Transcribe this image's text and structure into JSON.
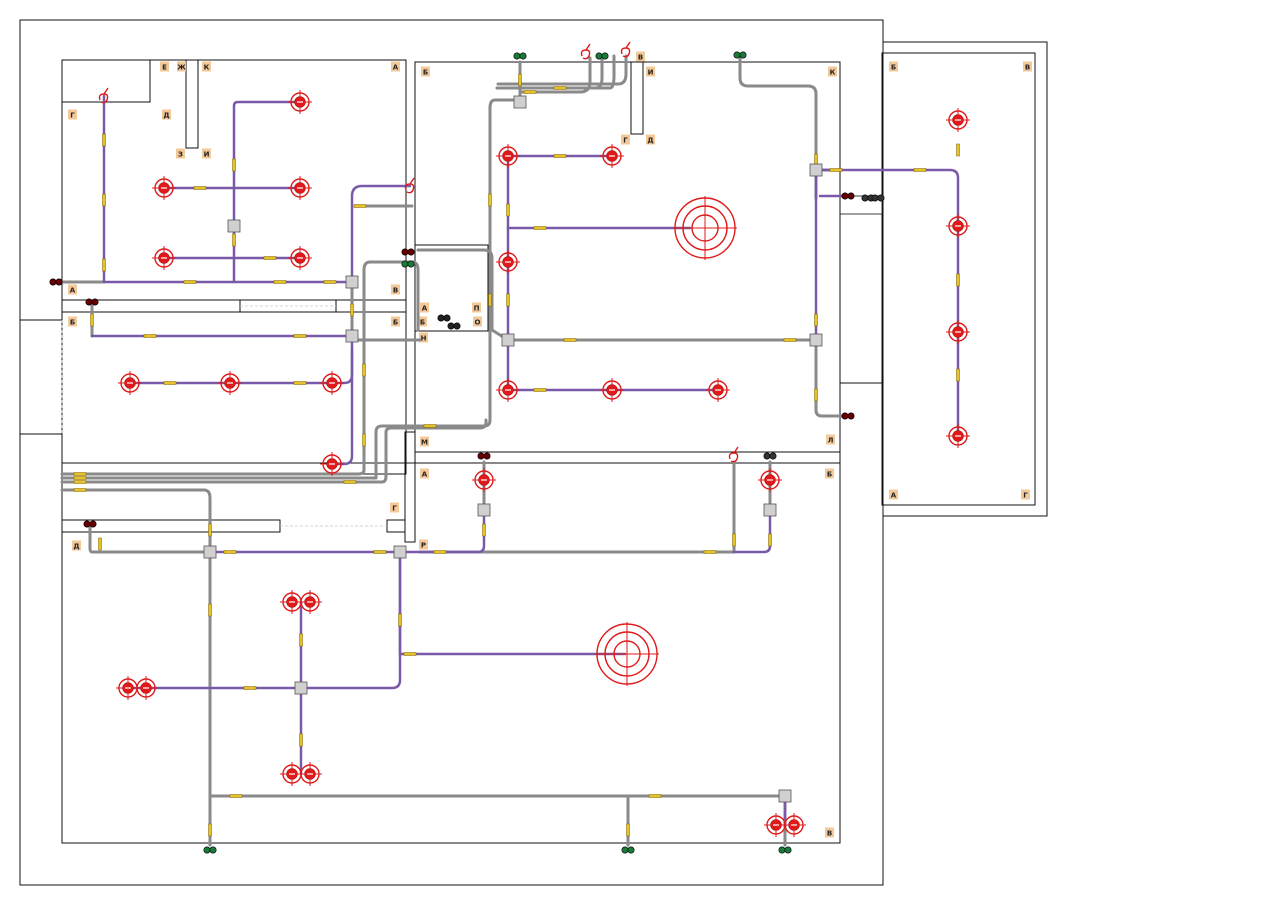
{
  "drawing": {
    "main_rooms": [
      {
        "id": "r1",
        "labels": [
          "Г",
          "Д",
          "Е",
          "Ж",
          "К",
          "З",
          "И",
          "А",
          "В"
        ]
      },
      {
        "id": "r2",
        "labels": [
          "Б",
          "А",
          "Б",
          "В",
          "Б",
          "Н",
          "Л",
          "М"
        ]
      },
      {
        "id": "r3",
        "labels": [
          "Б",
          "В",
          "И",
          "Г",
          "Д",
          "К",
          "А",
          "П",
          "О",
          "Н",
          "Л",
          "М"
        ]
      },
      {
        "id": "r4",
        "labels": [
          "А",
          "Б",
          "В",
          "Г",
          "Д",
          "Р"
        ]
      }
    ],
    "side_room": {
      "labels": [
        "Б",
        "В",
        "А",
        "Г"
      ]
    }
  },
  "colors": {
    "cable_gray": "#8a8a8a",
    "cable_purple": "#7a5aa8",
    "lamp_red": "#e01a1a",
    "label_bg": "#f3c99a",
    "junction": "#d0d0d0",
    "insulation": "#e8c22a",
    "outlet_green": "#1a7a3a"
  },
  "icons": [
    "lamp-icon",
    "large-lamp-icon",
    "switch-icon",
    "junction-box-icon",
    "outlet-icon"
  ]
}
